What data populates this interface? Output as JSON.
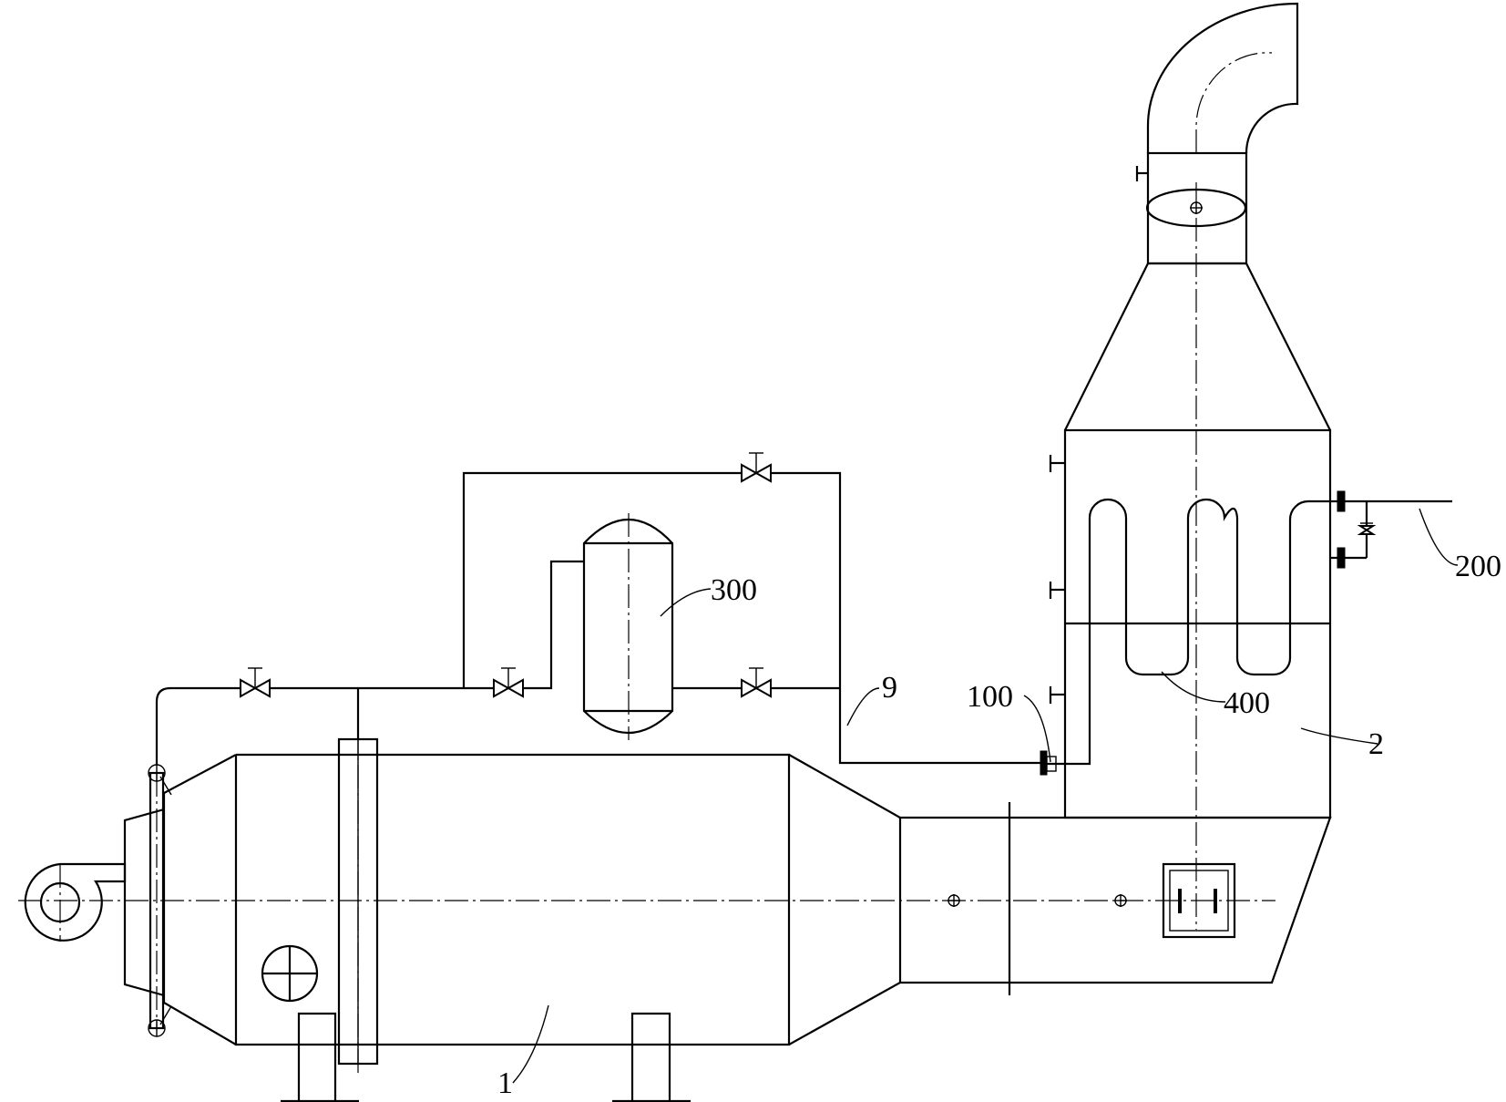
{
  "labels": {
    "boiler": "1",
    "waste_heat_chamber": "2",
    "pipe": "9",
    "inlet": "100",
    "outlet": "200",
    "steam_drum": "300",
    "coil": "400"
  }
}
